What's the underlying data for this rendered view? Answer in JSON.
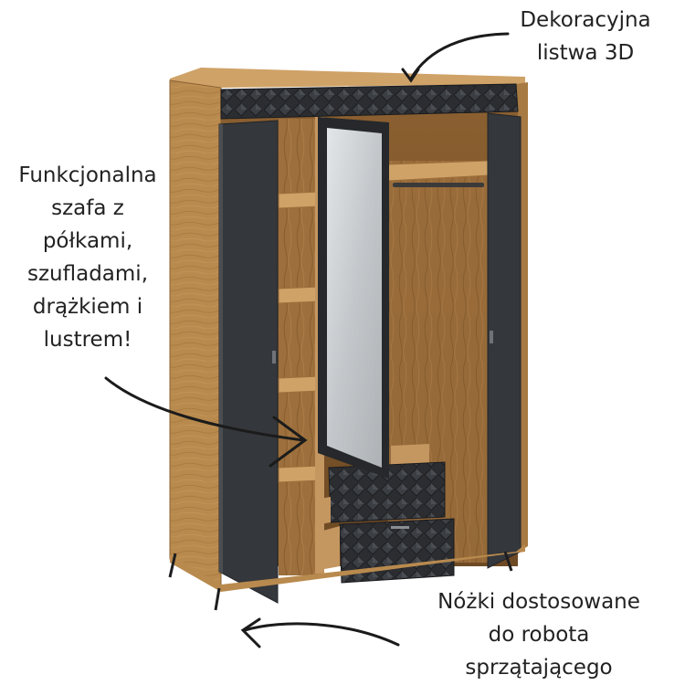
{
  "annotations": {
    "top": [
      "Dekoracyjna",
      "listwa 3D"
    ],
    "left": [
      "Funkcjonalna",
      "szafa z",
      "półkami,",
      "szufladami,",
      "drążkiem i",
      "lustrem!"
    ],
    "bottom": [
      "Nóżki dostosowane",
      "do robota",
      "sprzątającego"
    ]
  },
  "colors": {
    "oak": "#b98a4e",
    "oak_dark": "#8c6334",
    "oak_light": "#cfa267",
    "anthracite": "#34373b",
    "anthracite_dark": "#222428",
    "mirror": "#c9cdd0",
    "text": "#222222"
  }
}
